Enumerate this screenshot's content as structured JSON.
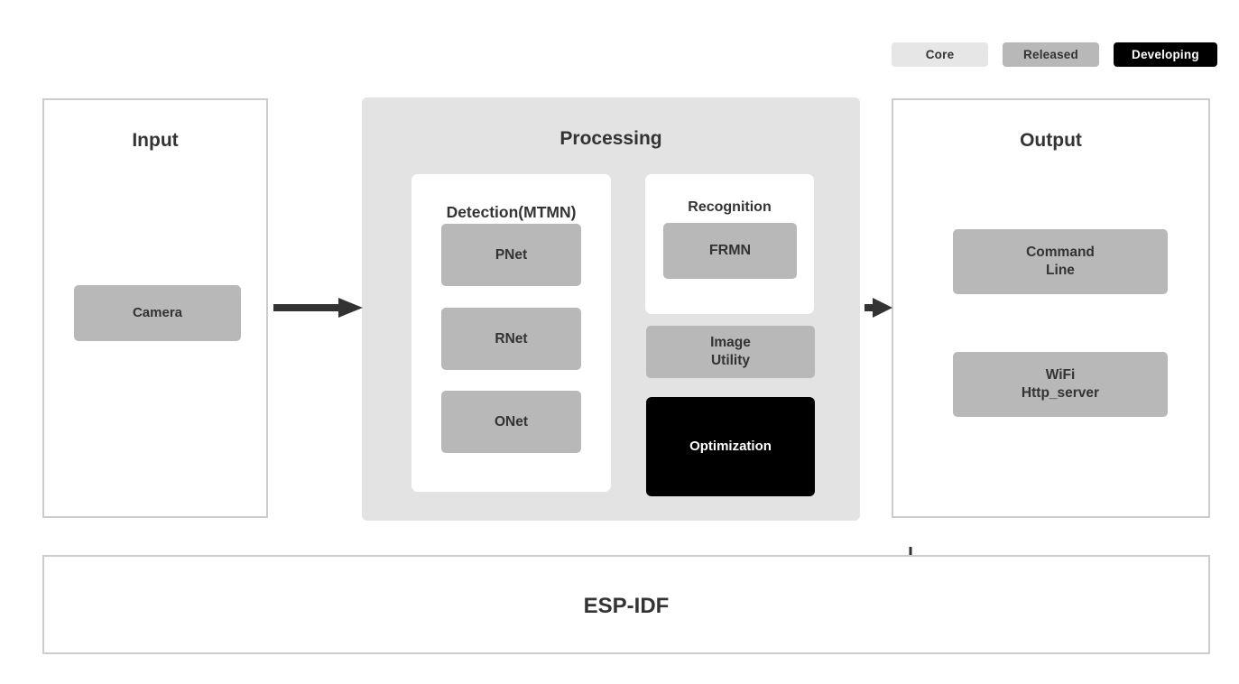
{
  "legend": {
    "items": [
      {
        "label": "Core",
        "color": "#e6e6e6",
        "text_color": "#333333"
      },
      {
        "label": "Released",
        "color": "#b8b8b8",
        "text_color": "#333333"
      },
      {
        "label": "Developing",
        "color": "#000000",
        "text_color": "#ffffff"
      }
    ]
  },
  "input": {
    "title": "Input",
    "boxes": [
      {
        "label": "Camera",
        "status": "Released"
      }
    ]
  },
  "processing": {
    "title": "Processing",
    "detection": {
      "title": "Detection(MTMN)",
      "stages": [
        {
          "label": "PNet",
          "status": "Released"
        },
        {
          "label": "RNet",
          "status": "Released"
        },
        {
          "label": "ONet",
          "status": "Released"
        }
      ]
    },
    "recognition": {
      "title": "Recognition",
      "boxes": [
        {
          "label": "FRMN",
          "status": "Released"
        }
      ]
    },
    "modules": [
      {
        "label": "Image\nUtility",
        "line1": "Image",
        "line2": "Utility",
        "status": "Released"
      },
      {
        "label": "Optimization",
        "status": "Developing"
      }
    ]
  },
  "output": {
    "title": "Output",
    "boxes": [
      {
        "line1": "Command",
        "line2": "Line",
        "status": "Released"
      },
      {
        "line1": "WiFi",
        "line2": "Http_server",
        "status": "Released"
      }
    ]
  },
  "foundation": {
    "label": "ESP-IDF"
  },
  "flow": {
    "arrows": [
      {
        "from": "Input",
        "to": "Processing",
        "direction": "right"
      },
      {
        "from": "Processing",
        "to": "Output",
        "direction": "right"
      },
      {
        "from": "PNet",
        "to": "RNet",
        "direction": "down"
      },
      {
        "from": "RNet",
        "to": "ONet",
        "direction": "down"
      }
    ]
  },
  "colors": {
    "core": "#e6e6e6",
    "released": "#b8b8b8",
    "developing": "#000000",
    "panel_border": "#cccccc",
    "processing_bg": "#e3e3e3",
    "text_dark": "#333333",
    "arrow": "#333333"
  }
}
